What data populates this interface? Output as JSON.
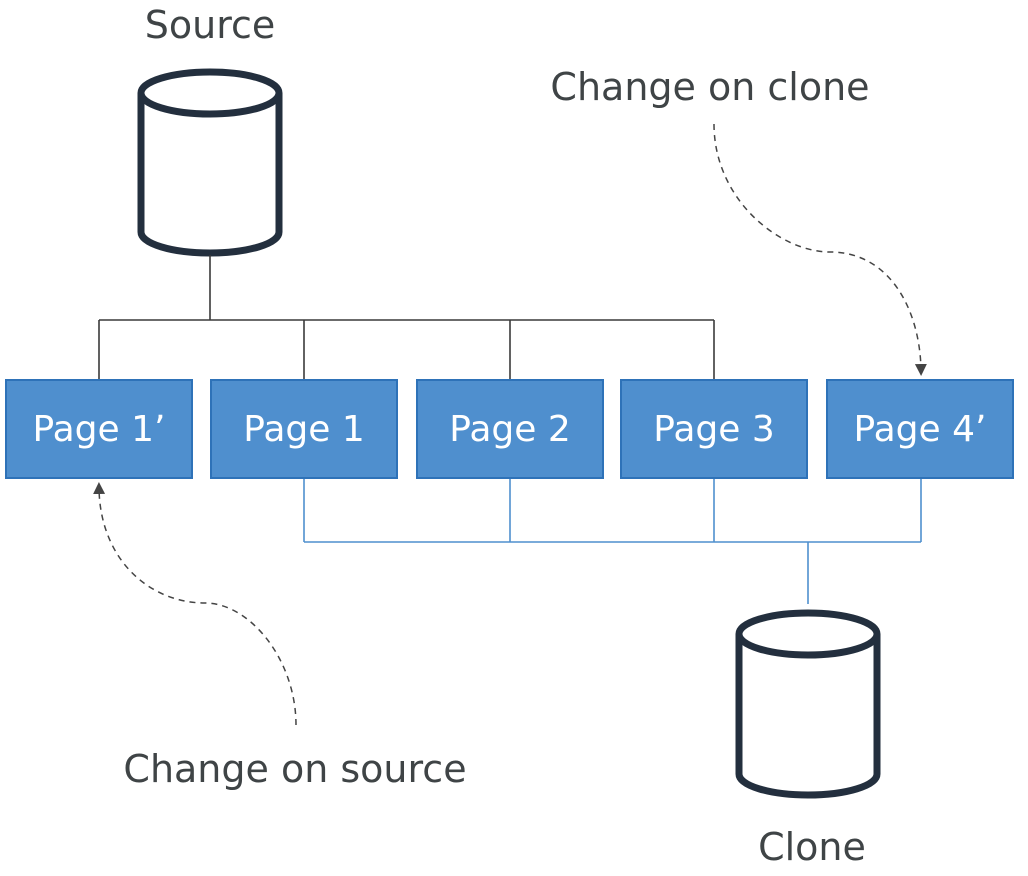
{
  "source": {
    "label": "Source"
  },
  "clone": {
    "label": "Clone"
  },
  "annotations": {
    "change_on_clone": "Change on clone",
    "change_on_source": "Change on source"
  },
  "pages": [
    {
      "label": "Page 1’"
    },
    {
      "label": "Page 1"
    },
    {
      "label": "Page 2"
    },
    {
      "label": "Page 3"
    },
    {
      "label": "Page 4’"
    }
  ],
  "colors": {
    "page_fill": "#4f8fce",
    "page_border": "#2e72b8",
    "database_stroke": "#232f3e",
    "source_connector": "#3a3a3a",
    "clone_connector": "#4f8fce",
    "annotation_arrow": "#444444",
    "text": "#3f4446"
  }
}
